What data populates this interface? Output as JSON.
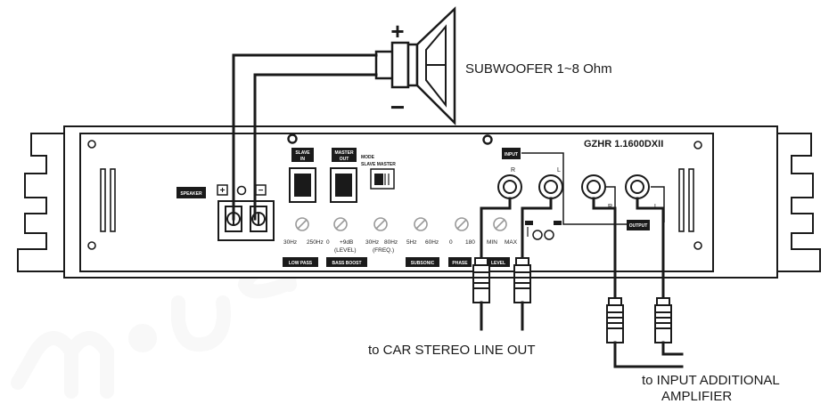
{
  "sub": {
    "label": "SUBWOOFER 1~8 Ohm",
    "plus": "+",
    "minus": "−"
  },
  "amp": {
    "model": "GZHR 1.1600DXII",
    "speaker_label": "SPEAKER",
    "terminal_plus": "+",
    "terminal_minus": "−",
    "slave_in_1": "SLAVE",
    "slave_in_2": "IN",
    "master_out_1": "MASTER",
    "master_out_2": "OUT",
    "mode_label": "MODE",
    "mode_options": "SLAVE MASTER",
    "input_label": "INPUT",
    "input_r": "R",
    "input_l": "L",
    "output_label": "OUTPUT",
    "output_r": "R",
    "output_l": "L",
    "ticks": [
      "30Hz",
      "250Hz",
      "0",
      "+9dB",
      "(LEVEL)",
      "30Hz",
      "80Hz",
      "(FREQ.)",
      "5Hz",
      "60Hz",
      "0",
      "180",
      "MIN",
      "MAX"
    ],
    "sections": [
      "LOW PASS",
      "BASS BOOST",
      "SUBSONIC",
      "PHASE",
      "LEVEL"
    ]
  },
  "labels": {
    "car_stereo": "to CAR STEREO LINE OUT",
    "additional_amp_1": "to INPUT ADDITIONAL",
    "additional_amp_2": "AMPLIFIER"
  }
}
